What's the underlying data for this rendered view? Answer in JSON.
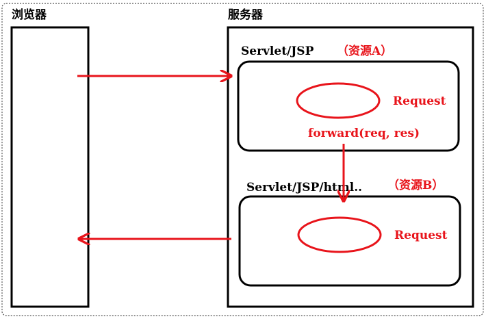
{
  "labels": {
    "browser": "浏览器",
    "server": "服务器",
    "resource_a_title": "Servlet/JSP",
    "resource_a_tag": "（资源A）",
    "resource_b_title": "Servlet/JSP/html..",
    "resource_b_tag": "（资源B）",
    "request_a": "Request",
    "request_b": "Request",
    "forward_call": "forward(req, res)"
  },
  "colors": {
    "accent": "#e8141b",
    "frame": "#000000",
    "outer_border": "#555555"
  }
}
